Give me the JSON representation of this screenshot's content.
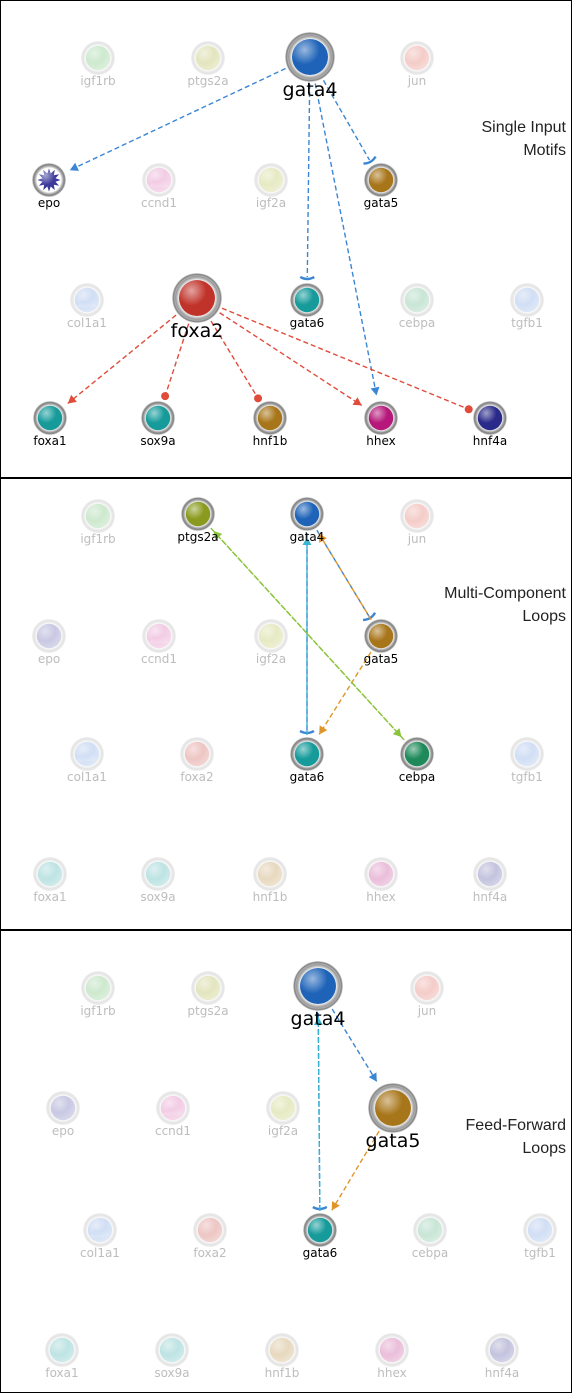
{
  "panels": [
    {
      "title_lines": [
        "Single Input",
        "Motifs"
      ],
      "nodes": [
        {
          "id": "igf1rb",
          "label": "igf1rb",
          "shape": "star",
          "color": "#4caf50",
          "active": false
        },
        {
          "id": "ptgs2a",
          "label": "ptgs2a",
          "shape": "circle",
          "color": "#9aa31a",
          "active": false
        },
        {
          "id": "gata4",
          "label": "gata4",
          "shape": "circle",
          "color": "#1e63b8",
          "active": true,
          "big": true
        },
        {
          "id": "jun",
          "label": "jun",
          "shape": "circle",
          "color": "#d64a3a",
          "active": false
        },
        {
          "id": "epo",
          "label": "epo",
          "shape": "star",
          "color": "#3b3a9a",
          "active": true
        },
        {
          "id": "ccnd1",
          "label": "ccnd1",
          "shape": "triangle",
          "color": "#d24aa0",
          "active": false
        },
        {
          "id": "igf2a",
          "label": "igf2a",
          "shape": "star",
          "color": "#a7b52a",
          "active": false
        },
        {
          "id": "gata5",
          "label": "gata5",
          "shape": "circle",
          "color": "#a8761a",
          "active": true
        },
        {
          "id": "col1a1",
          "label": "col1a1",
          "shape": "triangle",
          "color": "#5b8ad6",
          "active": false
        },
        {
          "id": "foxa2",
          "label": "foxa2",
          "shape": "circle",
          "color": "#c0332a",
          "active": true,
          "big": true
        },
        {
          "id": "gata6",
          "label": "gata6",
          "shape": "circle",
          "color": "#169a9a",
          "active": true
        },
        {
          "id": "cebpa",
          "label": "cebpa",
          "shape": "circle",
          "color": "#3aa36a",
          "active": false
        },
        {
          "id": "tgfb1",
          "label": "tgfb1",
          "shape": "star",
          "color": "#5b8ad6",
          "active": false
        },
        {
          "id": "foxa1",
          "label": "foxa1",
          "shape": "circle",
          "color": "#169a9a",
          "active": true
        },
        {
          "id": "sox9a",
          "label": "sox9a",
          "shape": "circle",
          "color": "#169a9a",
          "active": true
        },
        {
          "id": "hnf1b",
          "label": "hnf1b",
          "shape": "circle",
          "color": "#a8761a",
          "active": true
        },
        {
          "id": "hhex",
          "label": "hhex",
          "shape": "circle",
          "color": "#b5187a",
          "active": true
        },
        {
          "id": "hnf4a",
          "label": "hnf4a",
          "shape": "circle",
          "color": "#2a2a8a",
          "active": true
        }
      ],
      "edges": [
        {
          "from": "gata4",
          "to": "epo",
          "type": "activate",
          "color": "#3a86d4"
        },
        {
          "from": "gata4",
          "to": "gata5",
          "type": "inhibit",
          "color": "#3a86d4"
        },
        {
          "from": "gata4",
          "to": "gata6",
          "type": "inhibit",
          "color": "#3a86d4"
        },
        {
          "from": "gata4",
          "to": "hhex",
          "type": "activate",
          "color": "#3a86d4"
        },
        {
          "from": "foxa2",
          "to": "foxa1",
          "type": "activate",
          "color": "#e04b3a"
        },
        {
          "from": "foxa2",
          "to": "sox9a",
          "type": "dot",
          "color": "#e04b3a"
        },
        {
          "from": "foxa2",
          "to": "hnf1b",
          "type": "dot",
          "color": "#e04b3a"
        },
        {
          "from": "foxa2",
          "to": "hhex",
          "type": "activate",
          "color": "#e04b3a"
        },
        {
          "from": "foxa2",
          "to": "hnf4a",
          "type": "dot",
          "color": "#e04b3a"
        }
      ]
    },
    {
      "title_lines": [
        "Multi-Component",
        "Loops"
      ],
      "nodes": [
        {
          "id": "igf1rb",
          "label": "igf1rb",
          "shape": "star",
          "color": "#4caf50",
          "active": false
        },
        {
          "id": "ptgs2a",
          "label": "ptgs2a",
          "shape": "circle",
          "color": "#8a9a1e",
          "active": true
        },
        {
          "id": "gata4",
          "label": "gata4",
          "shape": "circle",
          "color": "#1e63b8",
          "active": true
        },
        {
          "id": "jun",
          "label": "jun",
          "shape": "circle",
          "color": "#d64a3a",
          "active": false
        },
        {
          "id": "epo",
          "label": "epo",
          "shape": "star",
          "color": "#3b3a9a",
          "active": false
        },
        {
          "id": "ccnd1",
          "label": "ccnd1",
          "shape": "triangle",
          "color": "#d24aa0",
          "active": false
        },
        {
          "id": "igf2a",
          "label": "igf2a",
          "shape": "star",
          "color": "#a7b52a",
          "active": false
        },
        {
          "id": "gata5",
          "label": "gata5",
          "shape": "circle",
          "color": "#a8761a",
          "active": true
        },
        {
          "id": "col1a1",
          "label": "col1a1",
          "shape": "triangle",
          "color": "#5b8ad6",
          "active": false
        },
        {
          "id": "foxa2",
          "label": "foxa2",
          "shape": "circle",
          "color": "#c0332a",
          "active": false
        },
        {
          "id": "gata6",
          "label": "gata6",
          "shape": "circle",
          "color": "#169a9a",
          "active": true
        },
        {
          "id": "cebpa",
          "label": "cebpa",
          "shape": "circle",
          "color": "#1e8a5a",
          "active": true
        },
        {
          "id": "tgfb1",
          "label": "tgfb1",
          "shape": "star",
          "color": "#5b8ad6",
          "active": false
        },
        {
          "id": "foxa1",
          "label": "foxa1",
          "shape": "circle",
          "color": "#169a9a",
          "active": false
        },
        {
          "id": "sox9a",
          "label": "sox9a",
          "shape": "circle",
          "color": "#169a9a",
          "active": false
        },
        {
          "id": "hnf1b",
          "label": "hnf1b",
          "shape": "circle",
          "color": "#a8761a",
          "active": false
        },
        {
          "id": "hhex",
          "label": "hhex",
          "shape": "circle",
          "color": "#b5187a",
          "active": false
        },
        {
          "id": "hnf4a",
          "label": "hnf4a",
          "shape": "circle",
          "color": "#2a2a8a",
          "active": false
        }
      ],
      "edges": [
        {
          "from": "gata4",
          "to": "gata5",
          "type": "inhibit",
          "color": "#3a86d4"
        },
        {
          "from": "gata4",
          "to": "gata6",
          "type": "inhibit",
          "color": "#3a86d4"
        },
        {
          "from": "gata6",
          "to": "gata4",
          "type": "activate",
          "color": "#3ab6d0"
        },
        {
          "from": "gata5",
          "to": "gata6",
          "type": "activate",
          "color": "#e0952a"
        },
        {
          "from": "ptgs2a",
          "to": "cebpa",
          "type": "activate",
          "color": "#8ac43a"
        },
        {
          "from": "cebpa",
          "to": "ptgs2a",
          "type": "activate",
          "color": "#8ac43a"
        },
        {
          "from": "gata5",
          "to": "gata4",
          "type": "activate",
          "color": "#e0952a"
        }
      ]
    },
    {
      "title_lines": [
        "Feed-Forward",
        "Loops"
      ],
      "nodes": [
        {
          "id": "igf1rb",
          "label": "igf1rb",
          "shape": "star",
          "color": "#4caf50",
          "active": false
        },
        {
          "id": "ptgs2a",
          "label": "ptgs2a",
          "shape": "circle",
          "color": "#9aa31a",
          "active": false
        },
        {
          "id": "gata4",
          "label": "gata4",
          "shape": "circle",
          "color": "#1e63b8",
          "active": true,
          "big": true
        },
        {
          "id": "jun",
          "label": "jun",
          "shape": "circle",
          "color": "#d64a3a",
          "active": false
        },
        {
          "id": "epo",
          "label": "epo",
          "shape": "star",
          "color": "#3b3a9a",
          "active": false
        },
        {
          "id": "ccnd1",
          "label": "ccnd1",
          "shape": "triangle",
          "color": "#d24aa0",
          "active": false
        },
        {
          "id": "igf2a",
          "label": "igf2a",
          "shape": "star",
          "color": "#a7b52a",
          "active": false
        },
        {
          "id": "gata5",
          "label": "gata5",
          "shape": "circle",
          "color": "#a8761a",
          "active": true,
          "big": true
        },
        {
          "id": "col1a1",
          "label": "col1a1",
          "shape": "triangle",
          "color": "#5b8ad6",
          "active": false
        },
        {
          "id": "foxa2",
          "label": "foxa2",
          "shape": "circle",
          "color": "#c0332a",
          "active": false
        },
        {
          "id": "gata6",
          "label": "gata6",
          "shape": "circle",
          "color": "#169a9a",
          "active": true
        },
        {
          "id": "cebpa",
          "label": "cebpa",
          "shape": "circle",
          "color": "#3aa36a",
          "active": false
        },
        {
          "id": "tgfb1",
          "label": "tgfb1",
          "shape": "star",
          "color": "#5b8ad6",
          "active": false
        },
        {
          "id": "foxa1",
          "label": "foxa1",
          "shape": "circle",
          "color": "#169a9a",
          "active": false
        },
        {
          "id": "sox9a",
          "label": "sox9a",
          "shape": "circle",
          "color": "#169a9a",
          "active": false
        },
        {
          "id": "hnf1b",
          "label": "hnf1b",
          "shape": "circle",
          "color": "#a8761a",
          "active": false
        },
        {
          "id": "hhex",
          "label": "hhex",
          "shape": "circle",
          "color": "#b5187a",
          "active": false
        },
        {
          "id": "hnf4a",
          "label": "hnf4a",
          "shape": "circle",
          "color": "#2a2a8a",
          "active": false
        }
      ],
      "edges": [
        {
          "from": "gata4",
          "to": "gata5",
          "type": "activate",
          "color": "#3a86d4"
        },
        {
          "from": "gata4",
          "to": "gata6",
          "type": "inhibit",
          "color": "#3a86d4"
        },
        {
          "from": "gata5",
          "to": "gata6",
          "type": "activate",
          "color": "#e0952a"
        },
        {
          "from": "gata6",
          "to": "gata4",
          "type": "activate",
          "color": "#3ab6d0"
        }
      ]
    }
  ]
}
